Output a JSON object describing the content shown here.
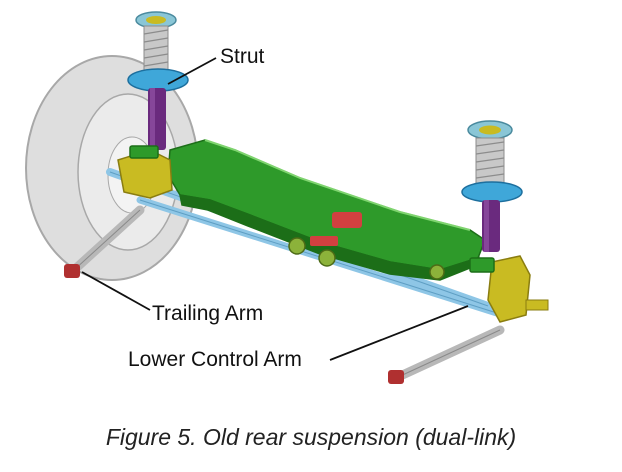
{
  "figure": {
    "labels": {
      "strut": "Strut",
      "trailing_arm": "Trailing Arm",
      "lower_control_arm": "Lower Control Arm"
    },
    "caption": "Figure 5. Old rear suspension (dual-link)"
  },
  "colors": {
    "tire": "#dedede",
    "tire_edge": "#a8a8a8",
    "beam": "#2e9a2a",
    "beam_dark": "#1c6e18",
    "damper": "#6a2a7e",
    "spring": "#c8c8c8",
    "mount": "#3fa7d9",
    "link": "#8ec6e6",
    "knuckle": "#c9bb22",
    "bushing": "#d24040",
    "leader": "#111111"
  }
}
